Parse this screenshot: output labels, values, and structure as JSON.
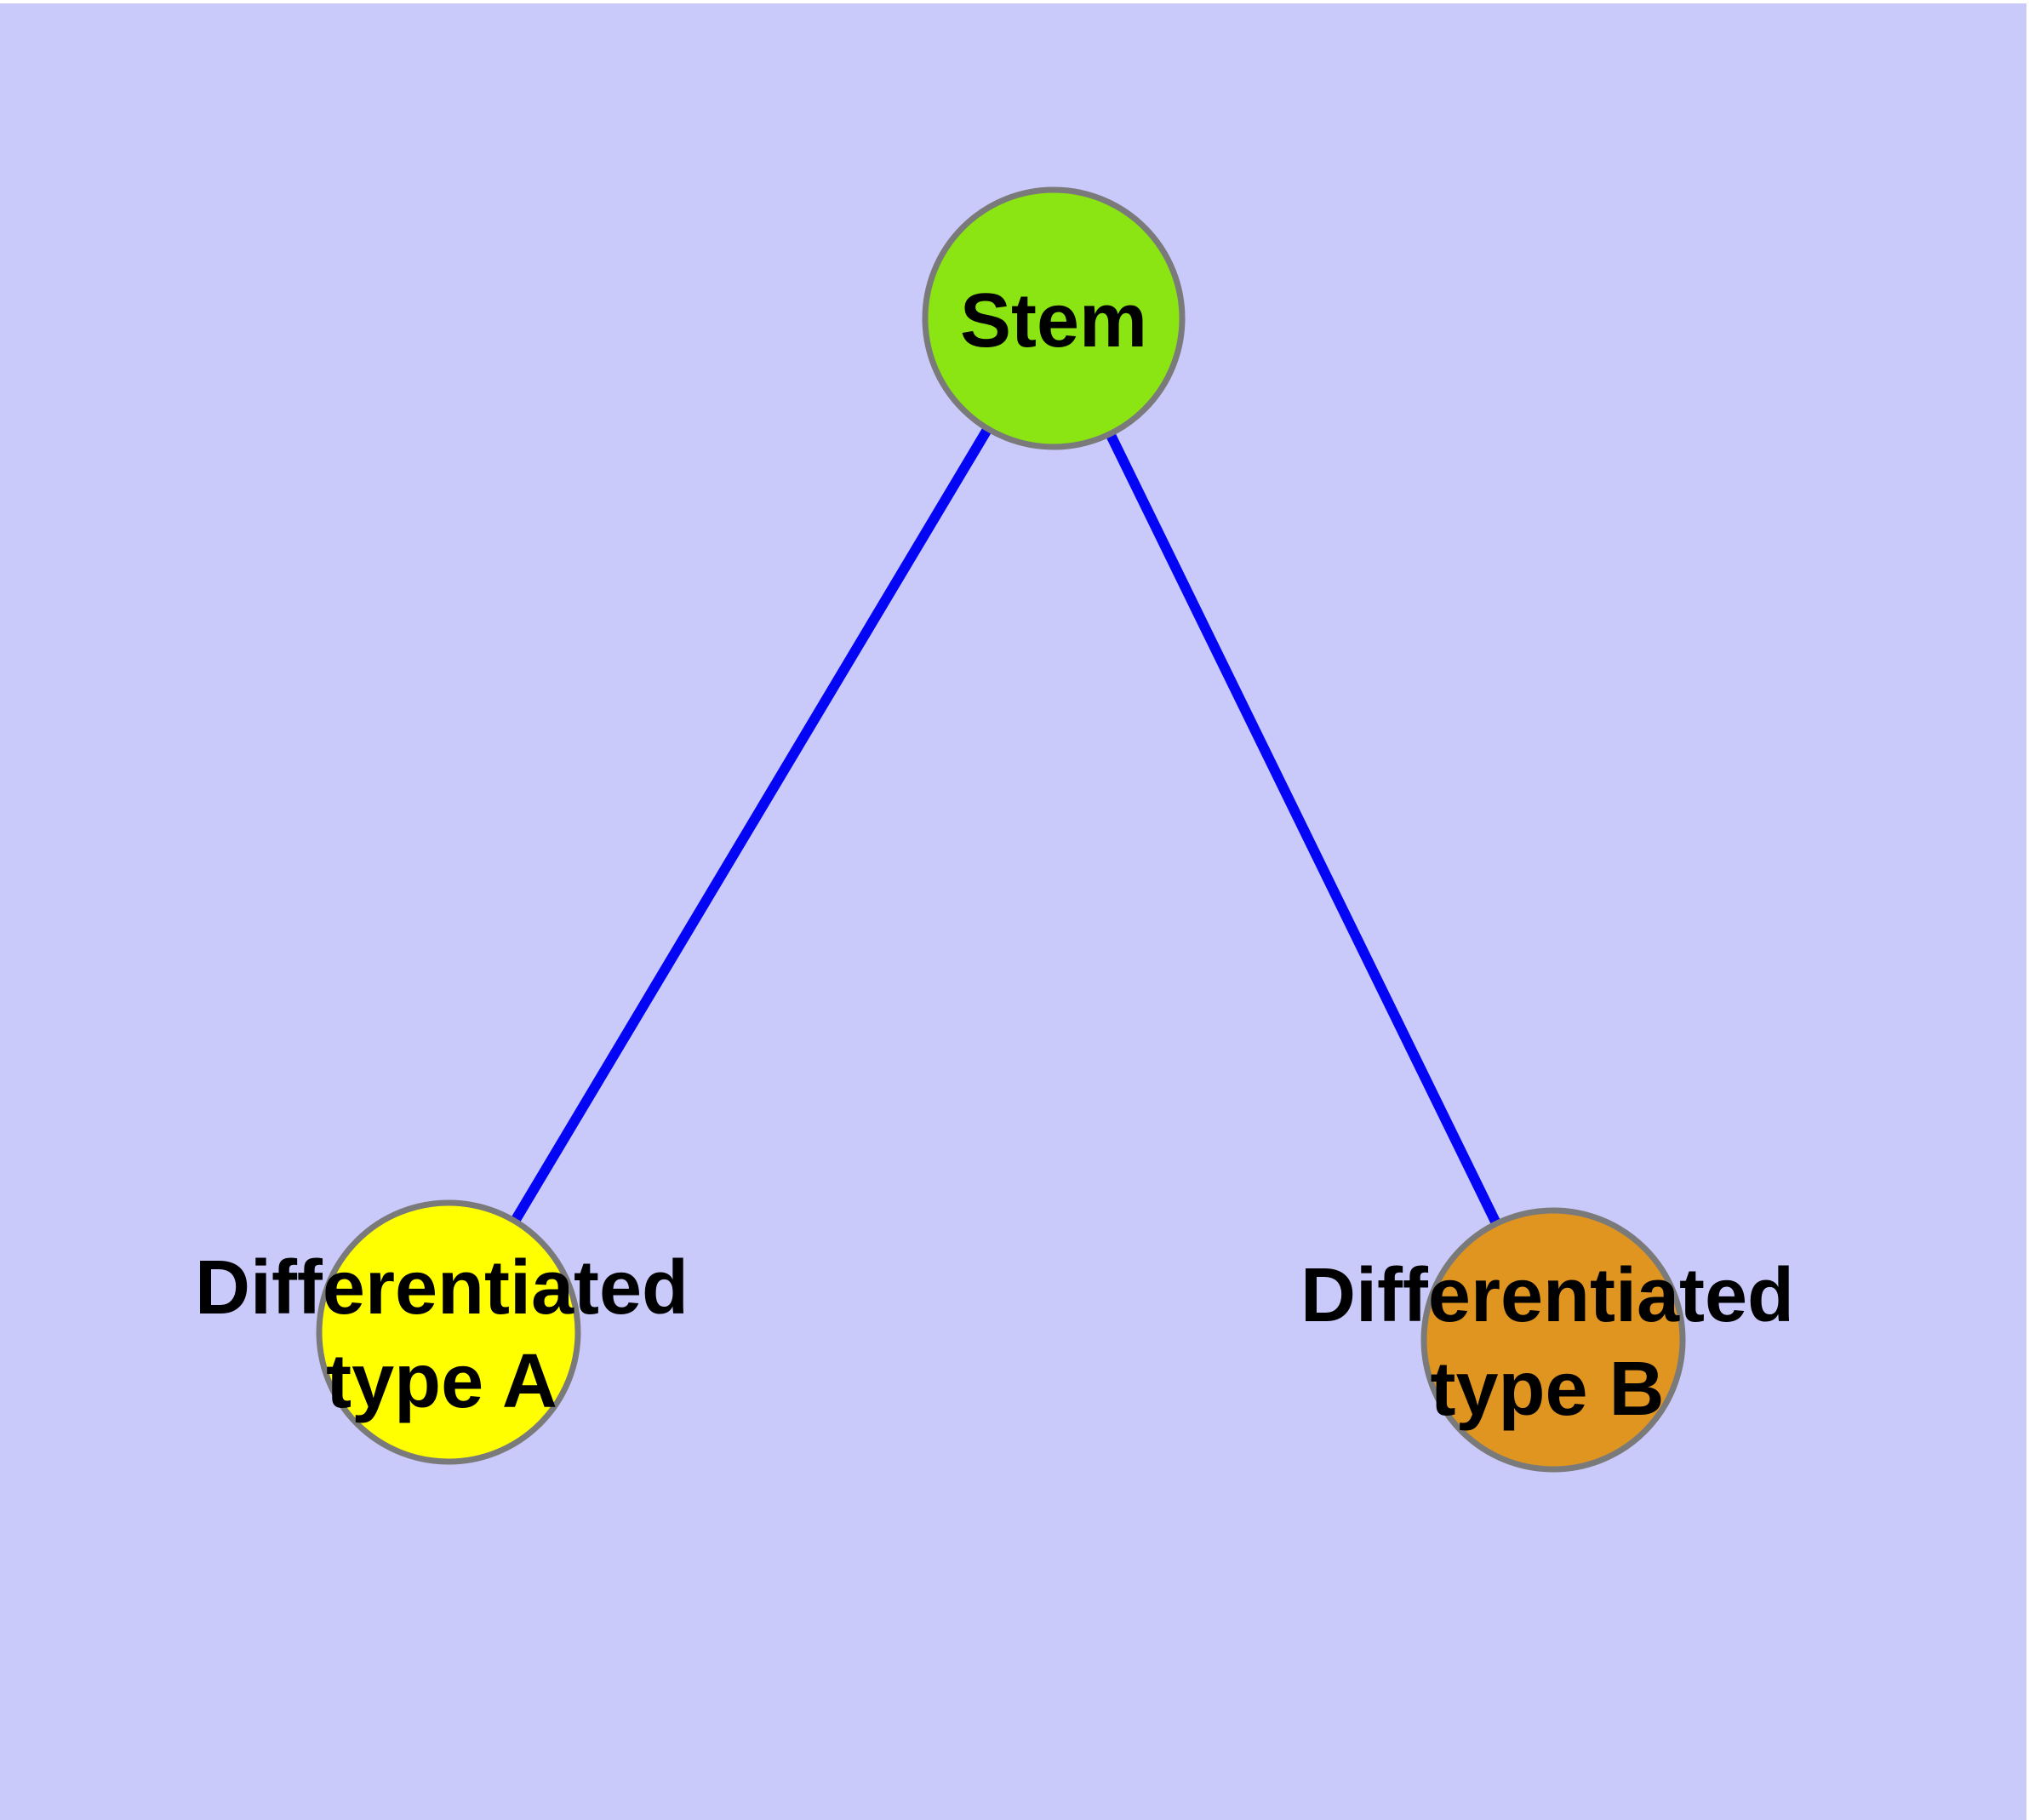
{
  "diagram": {
    "background_color": "#cacafa",
    "top_margin_color": "#ffffff",
    "edge_color": "#0505f5",
    "node_border_color": "#7a7a7a",
    "text_color": "#000000",
    "nodes": {
      "stem": {
        "label": "Stem",
        "fill": "#8ae513"
      },
      "type_a": {
        "label_line1": "Differentiated",
        "label_line2": "type A",
        "fill": "#ffff00"
      },
      "type_b": {
        "label_line1": "Differentiated",
        "label_line2": "type B",
        "fill": "#e09520"
      }
    },
    "edges": [
      {
        "from": "Stem",
        "to": "Differentiated type A"
      },
      {
        "from": "Stem",
        "to": "Differentiated type B"
      }
    ]
  }
}
